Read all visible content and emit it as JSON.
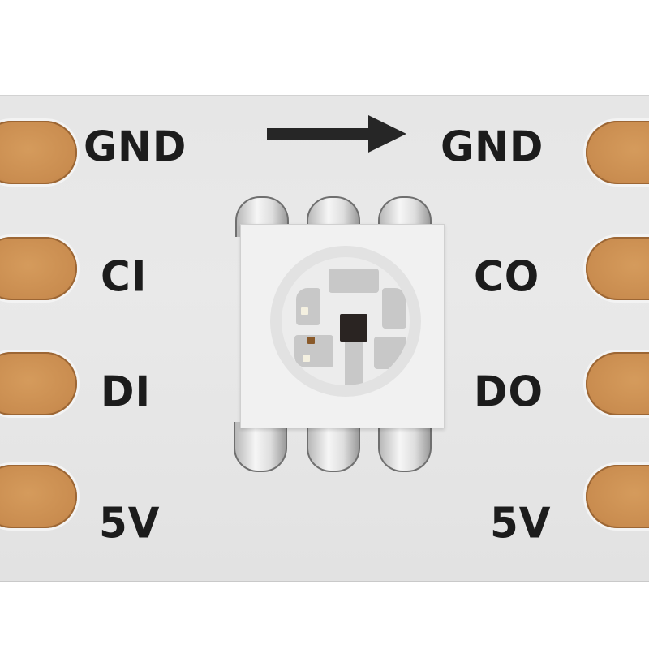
{
  "image": {
    "subject": "Addressable RGB LED strip segment with 5050 SMD LED",
    "direction_arrow": "right-arrow"
  },
  "left_pads": {
    "labels": [
      "GND",
      "CI",
      "DI",
      "5V"
    ]
  },
  "right_pads": {
    "labels": [
      "GND",
      "CO",
      "DO",
      "5V"
    ]
  },
  "colors": {
    "strip": "#e6e6e6",
    "pad_copper": "#c98c4f",
    "silkscreen": "#1c1c1c",
    "led_body": "#f1f1f1",
    "controller_chip": "#2a2422"
  }
}
